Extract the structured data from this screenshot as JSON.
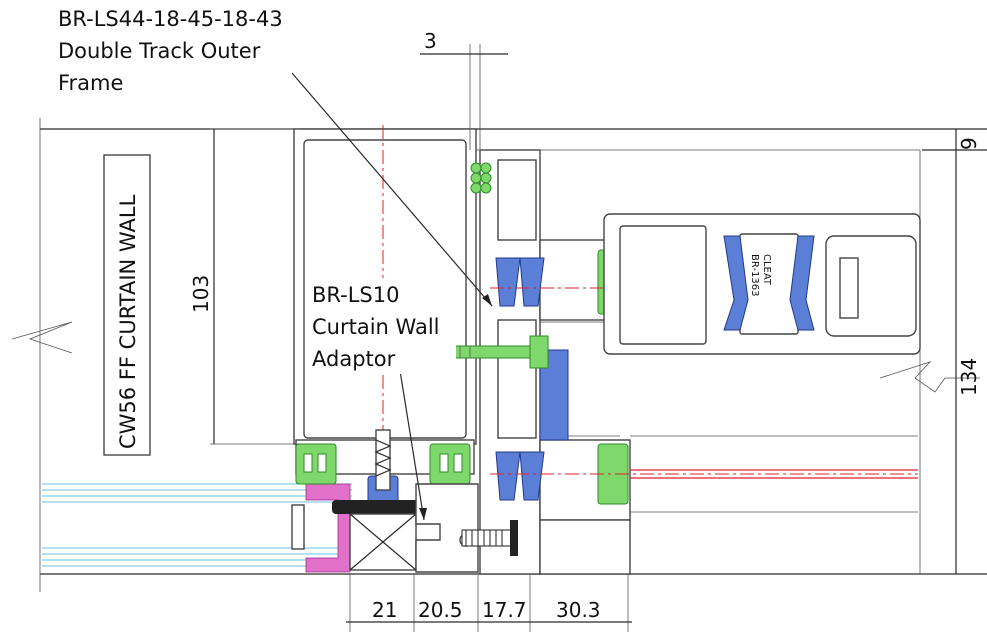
{
  "labels": {
    "outer_frame_code": "BR-LS44-18-45-18-43",
    "outer_frame_line2": "Double Track Outer",
    "outer_frame_line3": "Frame",
    "adaptor_code": "BR-LS10",
    "adaptor_line2": "Curtain Wall",
    "adaptor_line3": "Adaptor",
    "curtain_wall": "CW56 FF CURTAIN WALL",
    "cleat_line1": "CLEAT",
    "cleat_line2": "BR-1363"
  },
  "dimensions": {
    "gap": "3",
    "top_offset": "9",
    "frame_height": "103",
    "total_height": "134",
    "d1": "21",
    "d2": "20.5",
    "d3": "17.7",
    "d4": "30.3"
  },
  "colors": {
    "gasket_green": "#7fd86b",
    "gasket_blue": "#5b7fd6",
    "centerline_red": "#e0202a",
    "glass_cyan": "#69c0e0",
    "pink_seal": "#e070c8"
  }
}
